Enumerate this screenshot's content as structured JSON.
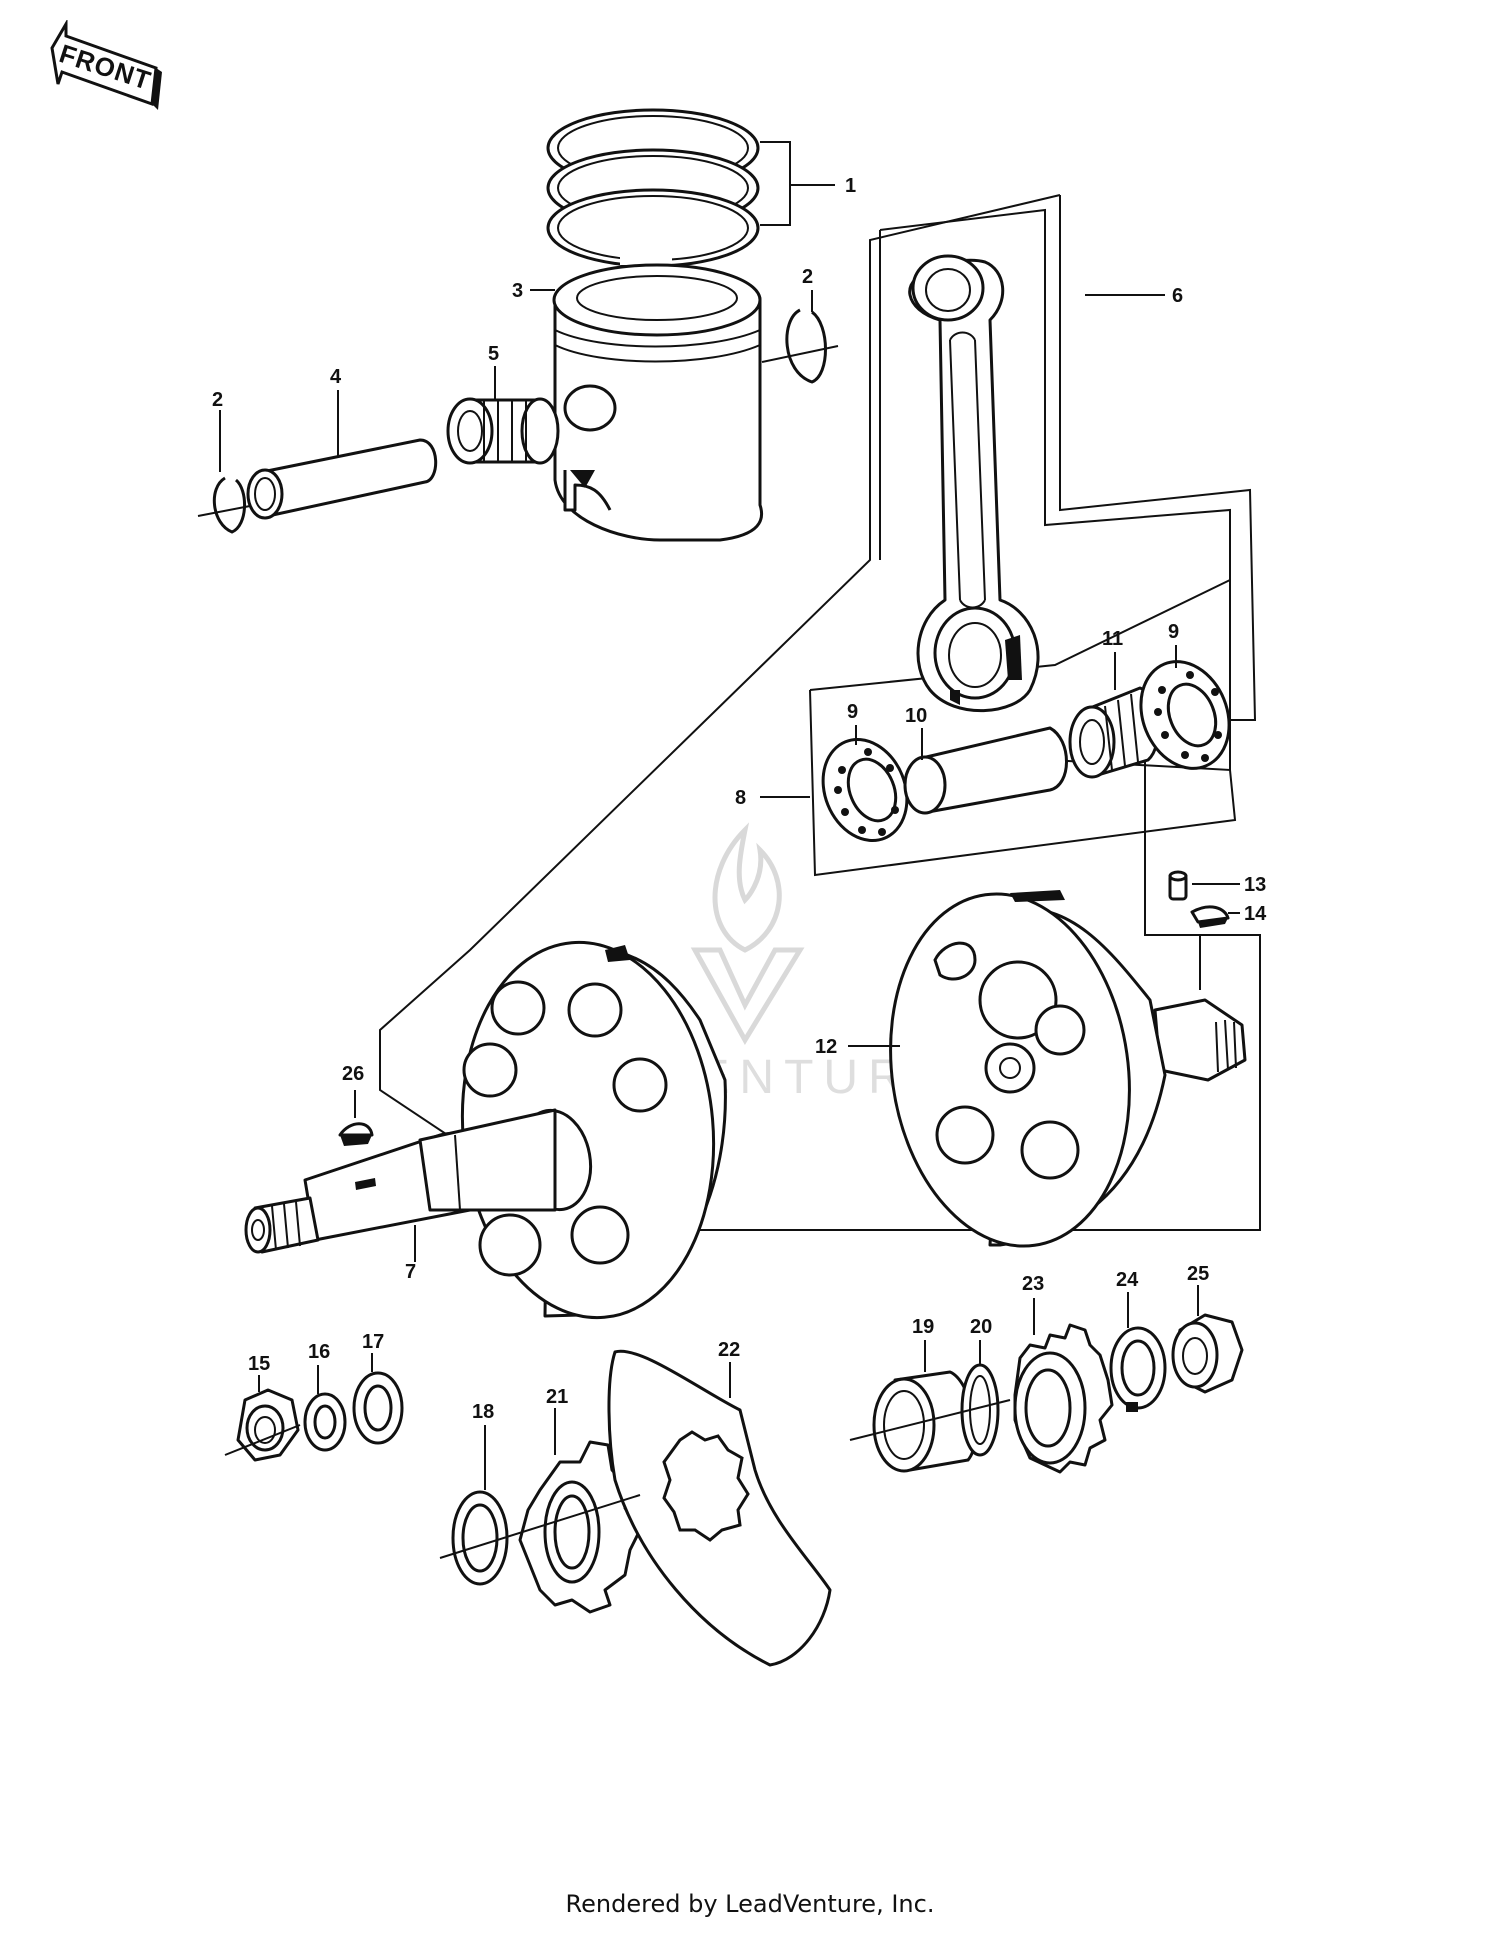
{
  "front_arrow_label": "FRONT",
  "watermark_text": "LEADVENTURE",
  "footer": "Rendered by LeadVenture, Inc.",
  "callouts": {
    "n1": "1",
    "n2a": "2",
    "n2b": "2",
    "n3": "3",
    "n4": "4",
    "n5": "5",
    "n6": "6",
    "n7": "7",
    "n8": "8",
    "n9a": "9",
    "n9b": "9",
    "n10": "10",
    "n11": "11",
    "n12": "12",
    "n13": "13",
    "n14": "14",
    "n15": "15",
    "n16": "16",
    "n17": "17",
    "n18": "18",
    "n19": "19",
    "n20": "20",
    "n21": "21",
    "n22": "22",
    "n23": "23",
    "n24": "24",
    "n25": "25",
    "n26": "26"
  }
}
